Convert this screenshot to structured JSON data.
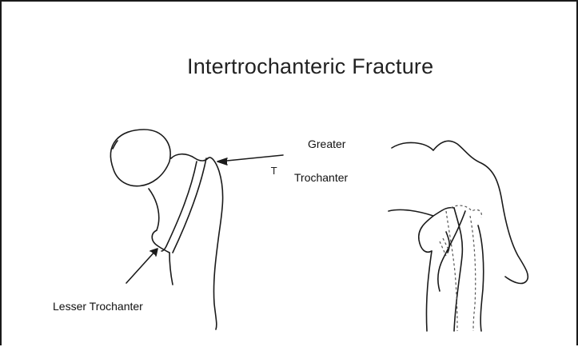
{
  "slide": {
    "title": "Intertrochanteric Fracture",
    "labels": {
      "greater_line1": "Greater",
      "greater_line2": "Trochanter",
      "lesser": "Lesser Trochanter",
      "small_mark": "T"
    },
    "line_color": "#1a1a1a",
    "dashed_color": "#555555"
  }
}
